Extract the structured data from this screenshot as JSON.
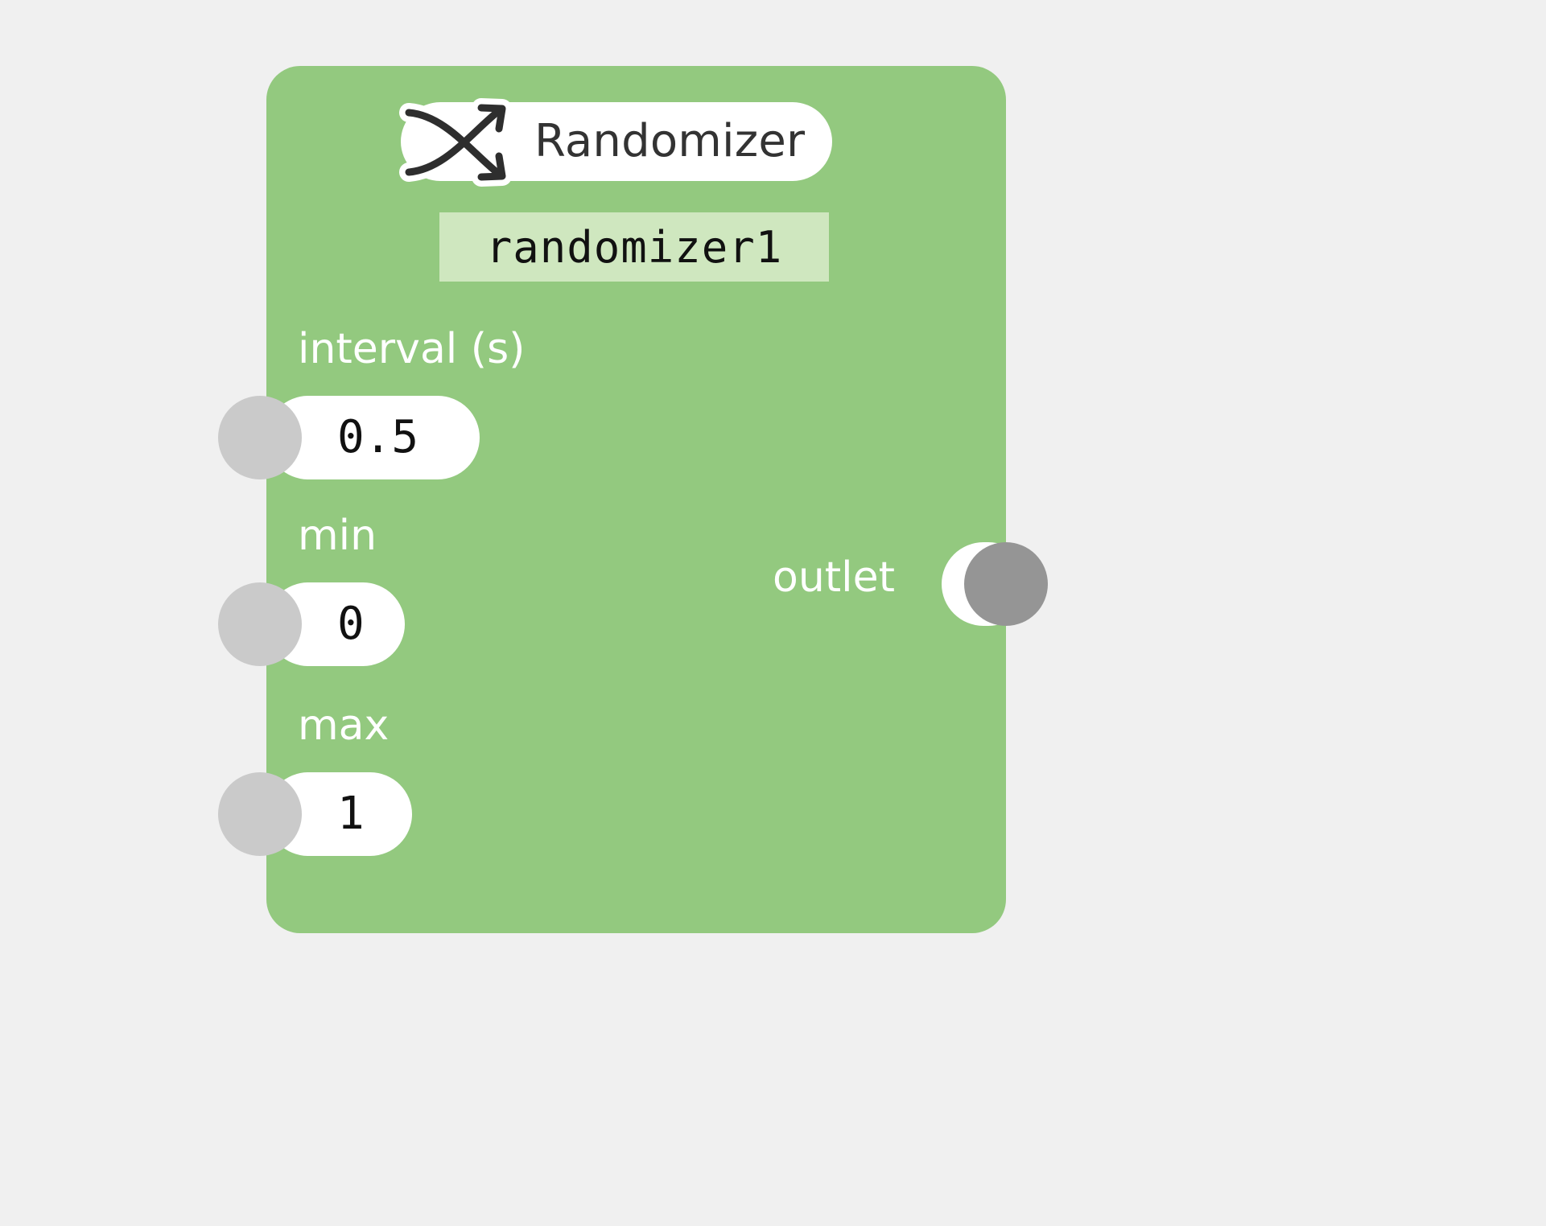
{
  "canvas": {
    "background_color": "#f0f0f0"
  },
  "node": {
    "accent_color": "#93c97f",
    "name_field_color": "#cfe7bf",
    "port_color": "#cacaca",
    "outlet_port_color": "#959595",
    "title": "Randomizer",
    "title_icon": "shuffle-icon",
    "instance_name": "randomizer1",
    "inputs": [
      {
        "label": "interval (s)",
        "value": "0.5"
      },
      {
        "label": "min",
        "value": "0"
      },
      {
        "label": "max",
        "value": "1"
      }
    ],
    "outputs": [
      {
        "label": "outlet"
      }
    ]
  }
}
